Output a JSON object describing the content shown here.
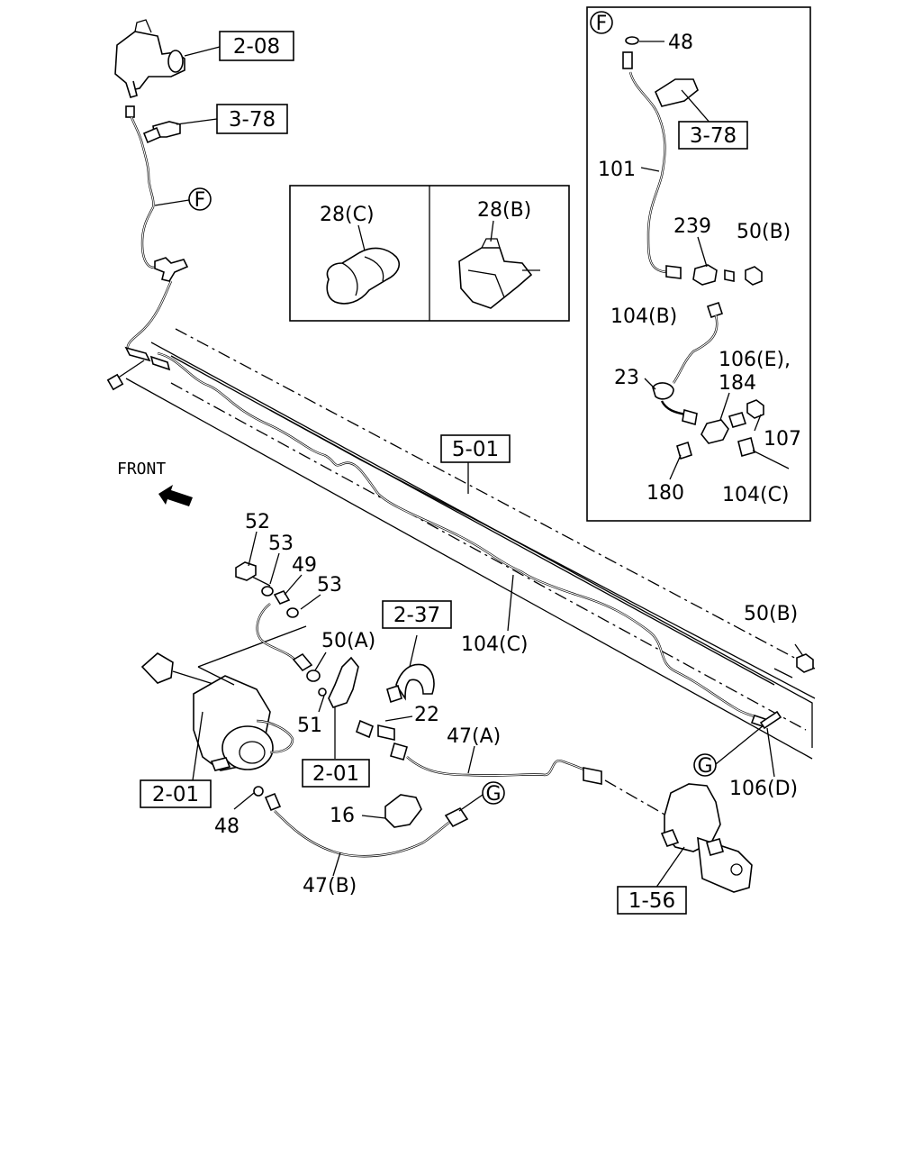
{
  "diagram": {
    "front_label": "FRONT",
    "boxed_refs": {
      "ref_2_08": "2-08",
      "ref_3_78": "3-78",
      "ref_3_78_inset": "3-78",
      "ref_5_01": "5-01",
      "ref_2_37": "2-37",
      "ref_2_01_a": "2-01",
      "ref_2_01_b": "2-01",
      "ref_1_56": "1-56"
    },
    "circle_refs": {
      "f_main": "F",
      "f_inset": "F",
      "g_left": "G",
      "g_right": "G"
    },
    "part_labels": {
      "p28c": "28(C)",
      "p28b": "28(B)",
      "p48_inset": "48",
      "p101": "101",
      "p239": "239",
      "p50b_inset": "50(B)",
      "p104b": "104(B)",
      "p23": "23",
      "p106e": "106(E),",
      "p184": "184",
      "p107": "107",
      "p180": "180",
      "p104c_inset": "104(C)",
      "p52": "52",
      "p53a": "53",
      "p49": "49",
      "p53b": "53",
      "p50a": "50(A)",
      "p104c_main": "104(C)",
      "p50b_main": "50(B)",
      "p22": "22",
      "p47a": "47(A)",
      "p51": "51",
      "p106d": "106(D)",
      "p48_main": "48",
      "p16": "16",
      "p47b": "47(B)"
    }
  }
}
